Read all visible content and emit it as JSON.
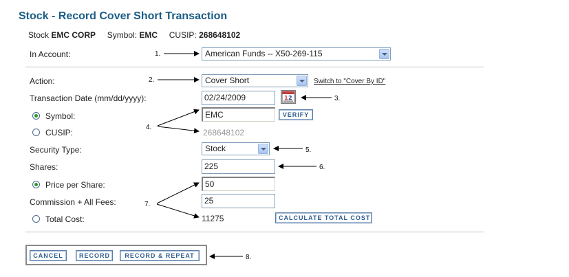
{
  "page": {
    "title": "Stock - Record Cover Short Transaction"
  },
  "stock_info": {
    "stock_label": "Stock",
    "stock_value": "EMC CORP",
    "symbol_label": "Symbol:",
    "symbol_value": "EMC",
    "cusip_label": "CUSIP:",
    "cusip_value": "268648102"
  },
  "form": {
    "account_label": "In Account:",
    "account_value": "American Funds -- X50-269-115",
    "action_label": "Action:",
    "action_value": "Cover Short",
    "switch_link": "Switch to \"Cover By ID\"",
    "date_label": "Transaction Date (mm/dd/yyyy):",
    "date_value": "02/24/2009",
    "symbol_label": "Symbol:",
    "symbol_value": "EMC",
    "verify_button": "VERIFY",
    "cusip_label": "CUSIP:",
    "cusip_value": "268648102",
    "security_type_label": "Security Type:",
    "security_type_value": "Stock",
    "shares_label": "Shares:",
    "shares_value": "225",
    "price_label": "Price per Share:",
    "price_value": "50",
    "commission_label": "Commission + All Fees:",
    "commission_value": "25",
    "total_cost_label": "Total Cost:",
    "total_cost_value": "11275",
    "calculate_button": "CALCULATE TOTAL COST"
  },
  "buttons": {
    "cancel": "CANCEL",
    "record": "RECORD",
    "record_repeat": "RECORD & REPEAT"
  },
  "callouts": [
    "1.",
    "2.",
    "3.",
    "4.",
    "5.",
    "6.",
    "7.",
    "8."
  ]
}
